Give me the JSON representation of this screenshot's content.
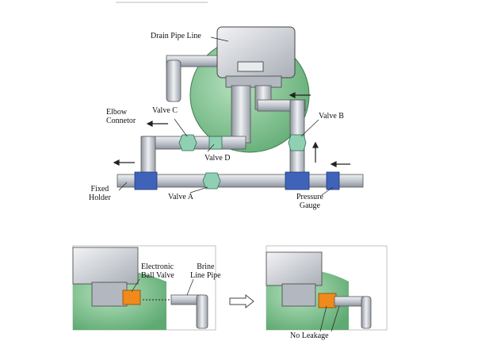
{
  "labels": {
    "drain_pipe_line": "Drain Pipe Line",
    "valve_c": "Valve C",
    "valve_b": "Valve B",
    "valve_d": "Valve D",
    "valve_a": "Valve A",
    "elbow_connector": [
      "Elbow",
      "Connetor"
    ],
    "fixed_holder": [
      "Fixed",
      "Holder"
    ],
    "pressure_gauge": [
      "Pressure",
      "Gauge"
    ],
    "electronic_ball_valve": [
      "Electronic",
      "Ball Valve"
    ],
    "brine_line_pipe": [
      "Brine",
      "Line Pipe"
    ],
    "no_leakage": "No Leakage"
  },
  "colors": {
    "tank_green": "#7fc48f",
    "pipe_gray": "#c9ced6",
    "pipe_blue": "#3f63b8",
    "valve_green": "#8fd0b2",
    "ball_valve_orange": "#f08a1c",
    "controller_gray": "#d6d9de"
  },
  "icons": [
    "flow-arrow-icon",
    "transition-arrow-icon"
  ]
}
